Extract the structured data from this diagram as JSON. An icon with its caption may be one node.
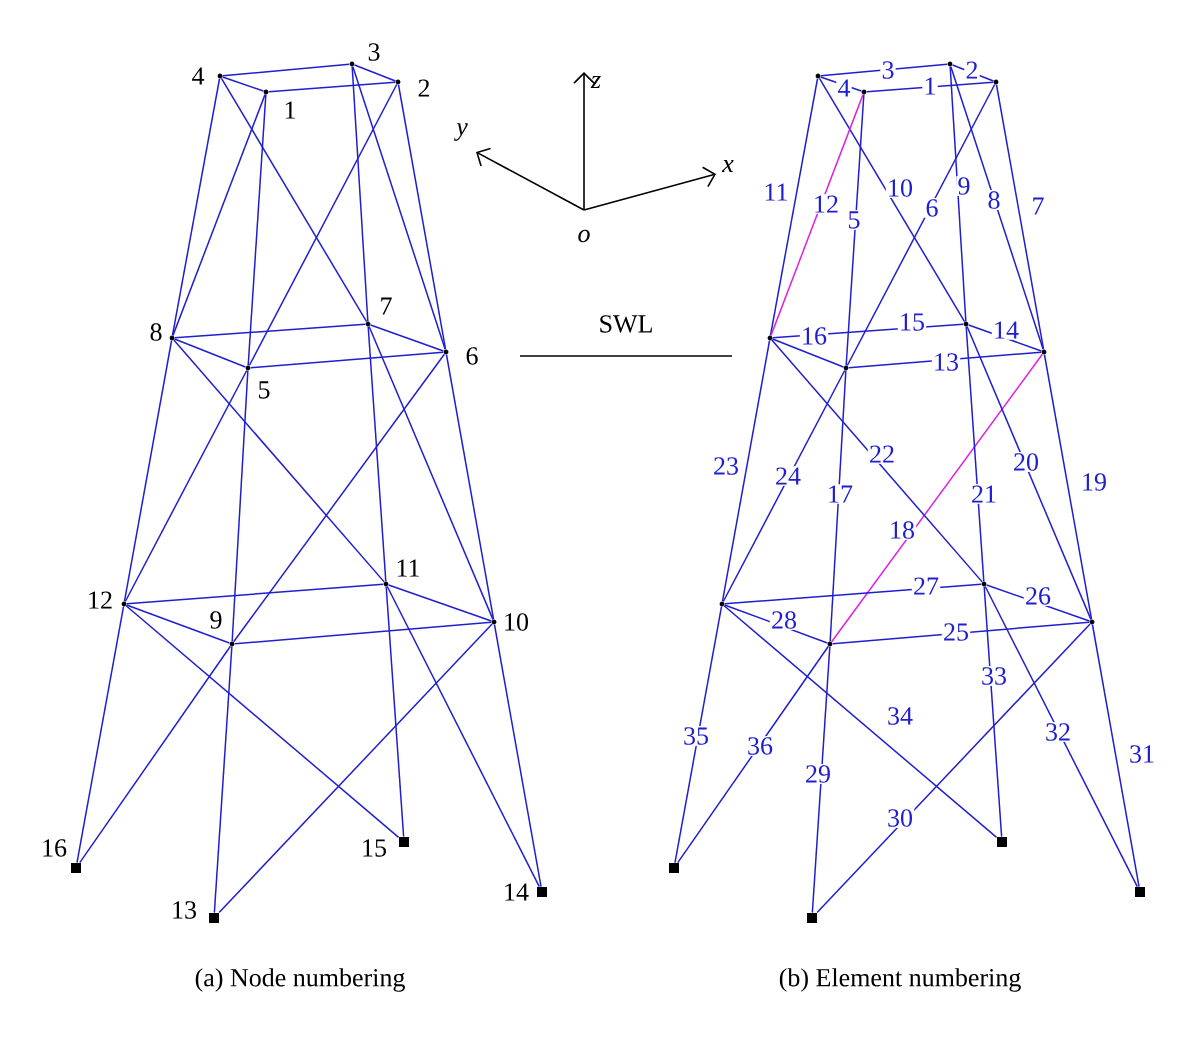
{
  "diagram": {
    "nodes": [
      {
        "text": [
          "1"
        ]
      },
      {
        "text": [
          "2"
        ]
      },
      {
        "text": [
          "3"
        ]
      },
      {
        "text": [
          "4"
        ]
      },
      {
        "text": [
          "5"
        ]
      },
      {
        "text": [
          "6"
        ]
      },
      {
        "text": [
          "7"
        ]
      },
      {
        "text": [
          "8"
        ]
      },
      {
        "text": [
          "9"
        ]
      },
      {
        "text": [
          "10"
        ]
      },
      {
        "text": [
          "11"
        ]
      },
      {
        "text": [
          "12"
        ]
      },
      {
        "text": [
          "13"
        ]
      },
      {
        "text": [
          "14"
        ]
      },
      {
        "text": [
          "15"
        ]
      },
      {
        "text": [
          "16"
        ]
      },
      {
        "text": [],
        "shape": "dot"
      },
      {
        "text": [],
        "shape": "dot"
      },
      {
        "text": [],
        "shape": "dot"
      },
      {
        "text": [],
        "shape": "dot"
      },
      {
        "text": [],
        "shape": "dot"
      },
      {
        "text": [],
        "shape": "dot"
      },
      {
        "text": [],
        "shape": "dot"
      },
      {
        "text": [],
        "shape": "dot"
      },
      {
        "text": [],
        "shape": "dot"
      },
      {
        "text": [],
        "shape": "dot"
      },
      {
        "text": [],
        "shape": "dot"
      },
      {
        "text": [],
        "shape": "dot"
      },
      {
        "text": [],
        "shape": "square"
      },
      {
        "text": [],
        "shape": "square"
      },
      {
        "text": [],
        "shape": "square"
      },
      {
        "text": [],
        "shape": "square"
      }
    ],
    "edges": [
      {
        "from": 0,
        "to": 1,
        "arrow": "none"
      },
      {
        "from": 2,
        "to": 1,
        "arrow": "none"
      },
      {
        "from": 3,
        "to": 2,
        "arrow": "none"
      },
      {
        "from": 3,
        "to": 0,
        "arrow": "none"
      },
      {
        "from": 0,
        "to": 4,
        "arrow": "none"
      },
      {
        "from": 1,
        "to": 4,
        "arrow": "none"
      },
      {
        "from": 1,
        "to": 5,
        "arrow": "none"
      },
      {
        "from": 2,
        "to": 5,
        "arrow": "none"
      },
      {
        "from": 2,
        "to": 6,
        "arrow": "none"
      },
      {
        "from": 3,
        "to": 6,
        "arrow": "none"
      },
      {
        "from": 3,
        "to": 7,
        "arrow": "none"
      },
      {
        "from": 0,
        "to": 7,
        "arrow": "none"
      },
      {
        "from": 4,
        "to": 5,
        "arrow": "none"
      },
      {
        "from": 6,
        "to": 5,
        "arrow": "none"
      },
      {
        "from": 7,
        "to": 6,
        "arrow": "none"
      },
      {
        "from": 7,
        "to": 4,
        "arrow": "none"
      },
      {
        "from": 4,
        "to": 8,
        "arrow": "none"
      },
      {
        "from": 5,
        "to": 8,
        "arrow": "none"
      },
      {
        "from": 5,
        "to": 9,
        "arrow": "none"
      },
      {
        "from": 6,
        "to": 9,
        "arrow": "none"
      },
      {
        "from": 6,
        "to": 10,
        "arrow": "none"
      },
      {
        "from": 7,
        "to": 10,
        "arrow": "none"
      },
      {
        "from": 7,
        "to": 11,
        "arrow": "none"
      },
      {
        "from": 4,
        "to": 11,
        "arrow": "none"
      },
      {
        "from": 8,
        "to": 9,
        "arrow": "none"
      },
      {
        "from": 10,
        "to": 9,
        "arrow": "none"
      },
      {
        "from": 11,
        "to": 10,
        "arrow": "none"
      },
      {
        "from": 11,
        "to": 8,
        "arrow": "none"
      },
      {
        "from": 8,
        "to": 12,
        "arrow": "none"
      },
      {
        "from": 9,
        "to": 12,
        "arrow": "none"
      },
      {
        "from": 9,
        "to": 13,
        "arrow": "none"
      },
      {
        "from": 10,
        "to": 13,
        "arrow": "none"
      },
      {
        "from": 10,
        "to": 14,
        "arrow": "none"
      },
      {
        "from": 11,
        "to": 14,
        "arrow": "none"
      },
      {
        "from": 11,
        "to": 15,
        "arrow": "none"
      },
      {
        "from": 8,
        "to": 15,
        "arrow": "none"
      },
      {
        "from": 16,
        "to": 17,
        "arrow": "none",
        "label": "1"
      },
      {
        "from": 18,
        "to": 17,
        "arrow": "none",
        "label": "2"
      },
      {
        "from": 19,
        "to": 18,
        "arrow": "none",
        "label": "3"
      },
      {
        "from": 19,
        "to": 16,
        "arrow": "none",
        "label": "4"
      },
      {
        "from": 16,
        "to": 20,
        "arrow": "none",
        "label": "5"
      },
      {
        "from": 17,
        "to": 20,
        "arrow": "none",
        "label": "6"
      },
      {
        "from": 17,
        "to": 21,
        "arrow": "none",
        "label": "7"
      },
      {
        "from": 18,
        "to": 21,
        "arrow": "none",
        "label": "8"
      },
      {
        "from": 18,
        "to": 22,
        "arrow": "none",
        "label": "9"
      },
      {
        "from": 19,
        "to": 22,
        "arrow": "none",
        "label": "10"
      },
      {
        "from": 19,
        "to": 23,
        "arrow": "none",
        "label": "11"
      },
      {
        "from": 16,
        "to": 23,
        "arrow": "none",
        "label": "12",
        "color": "#e020e0"
      },
      {
        "from": 20,
        "to": 21,
        "arrow": "none",
        "label": "13"
      },
      {
        "from": 22,
        "to": 21,
        "arrow": "none",
        "label": "14"
      },
      {
        "from": 23,
        "to": 22,
        "arrow": "none",
        "label": "15"
      },
      {
        "from": 23,
        "to": 20,
        "arrow": "none",
        "label": "16"
      },
      {
        "from": 20,
        "to": 24,
        "arrow": "none",
        "label": "17"
      },
      {
        "from": 21,
        "to": 24,
        "arrow": "none",
        "label": "18",
        "color": "#e020e0"
      },
      {
        "from": 21,
        "to": 25,
        "arrow": "none",
        "label": "19"
      },
      {
        "from": 22,
        "to": 25,
        "arrow": "none",
        "label": "20"
      },
      {
        "from": 22,
        "to": 26,
        "arrow": "none",
        "label": "21"
      },
      {
        "from": 23,
        "to": 26,
        "arrow": "none",
        "label": "22"
      },
      {
        "from": 23,
        "to": 27,
        "arrow": "none",
        "label": "23"
      },
      {
        "from": 20,
        "to": 27,
        "arrow": "none",
        "label": "24"
      },
      {
        "from": 24,
        "to": 25,
        "arrow": "none",
        "label": "25"
      },
      {
        "from": 26,
        "to": 25,
        "arrow": "none",
        "label": "26"
      },
      {
        "from": 27,
        "to": 26,
        "arrow": "none",
        "label": "27"
      },
      {
        "from": 27,
        "to": 24,
        "arrow": "none",
        "label": "28"
      },
      {
        "from": 24,
        "to": 28,
        "arrow": "none",
        "label": "29"
      },
      {
        "from": 25,
        "to": 28,
        "arrow": "none",
        "label": "30"
      },
      {
        "from": 25,
        "to": 29,
        "arrow": "none",
        "label": "31"
      },
      {
        "from": 26,
        "to": 29,
        "arrow": "none",
        "label": "32"
      },
      {
        "from": 26,
        "to": 30,
        "arrow": "none",
        "label": "33"
      },
      {
        "from": 27,
        "to": 30,
        "arrow": "none",
        "label": "34"
      },
      {
        "from": 27,
        "to": 31,
        "arrow": "none",
        "label": "35"
      },
      {
        "from": 24,
        "to": 31,
        "arrow": "none",
        "label": "36"
      }
    ],
    "labels": [
      "z",
      "y",
      "x",
      "o",
      "SWL",
      "(a) Node numbering",
      "(b) Element numbering"
    ]
  }
}
